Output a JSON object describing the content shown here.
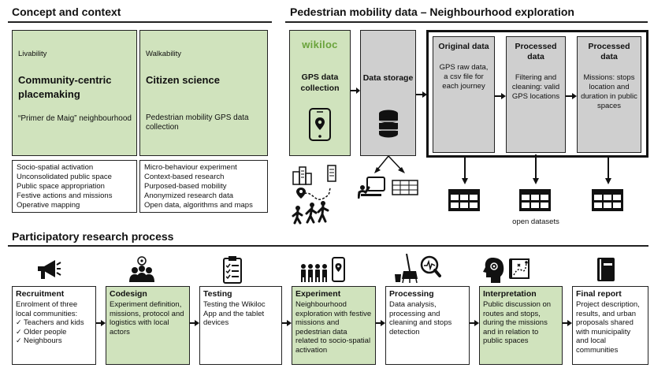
{
  "concept": {
    "title": "Concept and context",
    "livability": {
      "label": "Livability",
      "heading": "Community-centric placemaking",
      "sub": "“Primer de Maig” neighbourhood",
      "items": [
        "Socio-spatial activation",
        "Unconsolidated public space",
        "Public space appropriation",
        "Festive actions and missions",
        "Operative mapping"
      ]
    },
    "walkability": {
      "label": "Walkability",
      "heading": "Citizen science",
      "sub": "Pedestrian mobility GPS data collection",
      "items": [
        "Micro-behaviour experiment",
        "Context-based research",
        "Purposed-based mobility",
        "Anonymized research data",
        "Open data, algorithms and maps"
      ]
    }
  },
  "mobility": {
    "title": "Pedestrian mobility data – Neighbourhood exploration",
    "wikiloc_logo": "wikiloc",
    "gps": "GPS data collection",
    "storage": "Data storage",
    "original": {
      "title": "Original data",
      "desc": "GPS raw data, a csv file for each journey"
    },
    "processed1": {
      "title": "Processed data",
      "desc": "Filtering and cleaning: valid GPS locations"
    },
    "processed2": {
      "title": "Processed data",
      "desc": "Missions: stops location and duration in public spaces"
    },
    "open_datasets": "open datasets"
  },
  "process": {
    "title": "Participatory research process",
    "steps": [
      {
        "title": "Recruitment",
        "desc": "Enrolment of three local communities:",
        "checks": [
          "Teachers and kids",
          "Older people",
          "Neighbours"
        ],
        "icon": "megaphone-icon"
      },
      {
        "title": "Codesign",
        "desc": "Experiment definition, missions, protocol and logistics with local actors",
        "icon": "group-icon"
      },
      {
        "title": "Testing",
        "desc": "Testing the Wikiloc App and the tablet devices",
        "icon": "checklist-icon"
      },
      {
        "title": "Experiment",
        "desc": "Neighbourhood exploration with festive missions and pedestrian data related to socio-spatial activation",
        "icon": "people-phone-icon"
      },
      {
        "title": "Processing",
        "desc": "Data analysis, processing and cleaning and stops detection",
        "icon": "cleaning-icon"
      },
      {
        "title": "Interpretation",
        "desc": "Public discussion on routes and stops, during the missions and in relation to public spaces",
        "icon": "head-map-icon"
      },
      {
        "title": "Final report",
        "desc": "Project description, results, and urban proposals shared with municipality and local communities",
        "icon": "book-icon"
      }
    ]
  },
  "colors": {
    "green": "#d0e3bd",
    "grey": "#cfcfcf",
    "wikiloc": "#6aa33b"
  }
}
